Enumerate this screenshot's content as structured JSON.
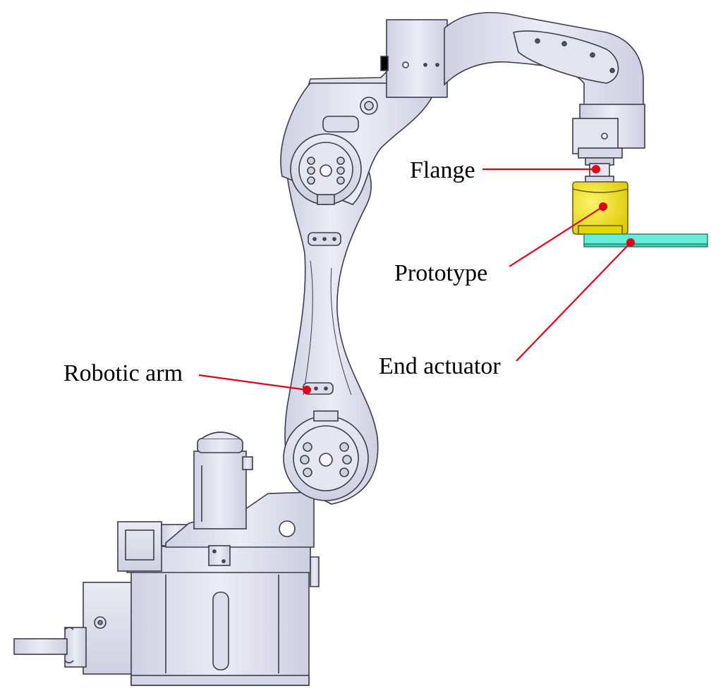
{
  "labels": {
    "flange": "Flange",
    "prototype": "Prototype",
    "end_actuator": "End actuator",
    "robotic_arm": "Robotic arm"
  },
  "colors": {
    "body_fill": "#e4e4f0",
    "body_shade": "#d2d2e2",
    "outline": "#3c3c4a",
    "prototype": "#f2e300",
    "end_actuator": "#63efd7",
    "leader_line": "#e0001a",
    "leader_dot": "#e0001a"
  }
}
